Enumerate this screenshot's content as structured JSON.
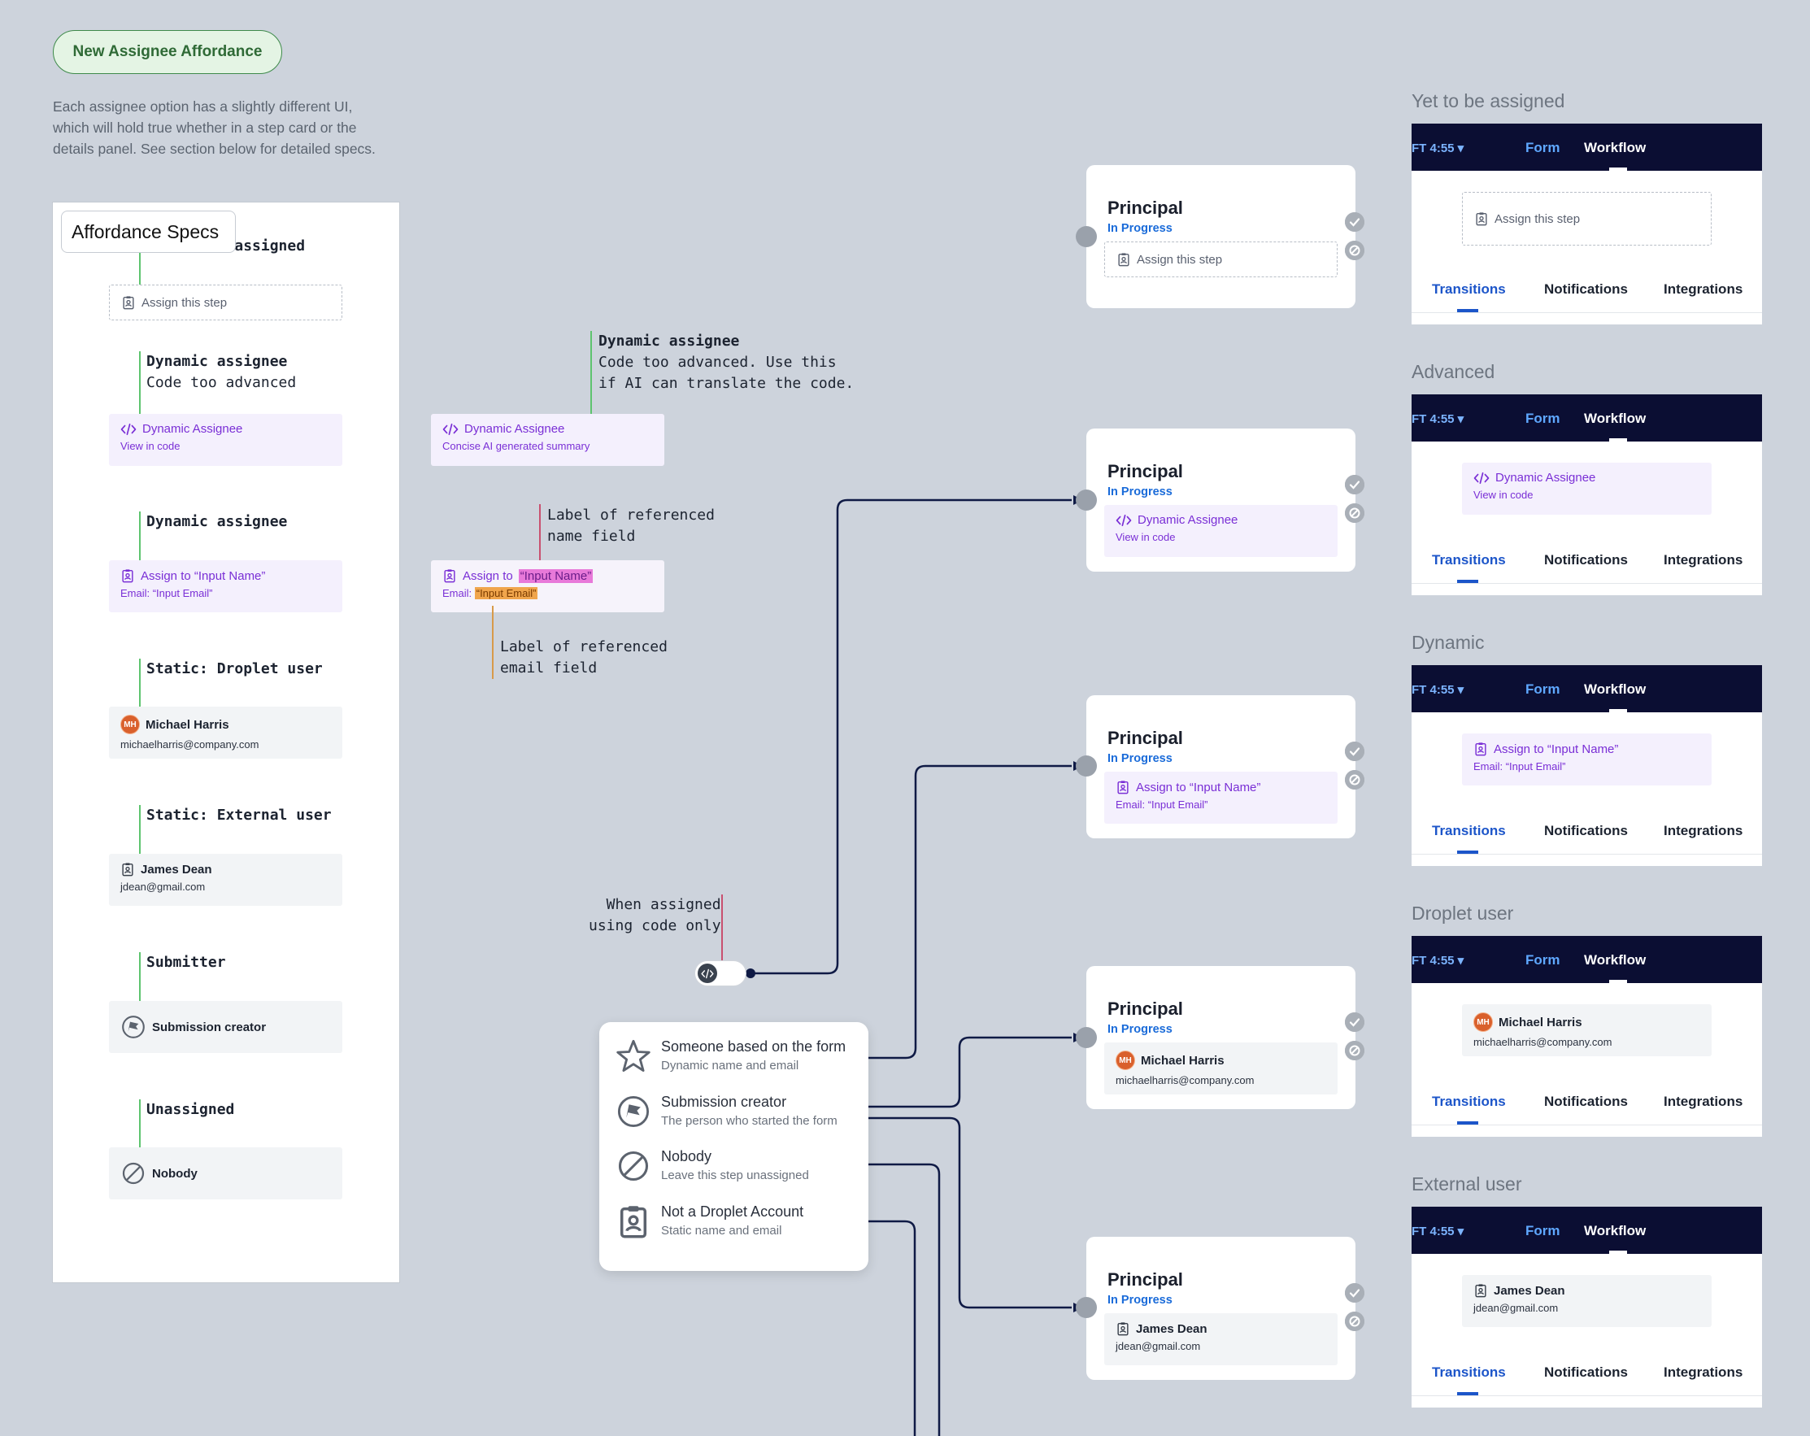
{
  "header": {
    "pill_label": "New Assignee Affordance",
    "intro_lines": [
      "Each assignee option has a slightly different UI,",
      "which will hold true whether in a step card or the",
      "details panel. See section below for detailed specs."
    ]
  },
  "specs": {
    "title": "Affordance Specs",
    "sections": [
      {
        "label": "Yet to be assigned",
        "sub": "",
        "card_title": "Assign this step",
        "card_sub": ""
      },
      {
        "label": "Dynamic assignee",
        "sub": "Code too advanced",
        "card_title": "Dynamic Assignee",
        "card_sub": "View in code"
      },
      {
        "label": "Dynamic assignee",
        "sub": "",
        "card_title": "Assign to “Input Name”",
        "card_sub": "Email: “Input Email”"
      },
      {
        "label": "Static: Droplet user",
        "sub": "",
        "card_title": "Michael Harris",
        "card_sub": "michaelharris@company.com",
        "avatar": "MH"
      },
      {
        "label": "Static: External user",
        "sub": "",
        "card_title": "James Dean",
        "card_sub": "jdean@gmail.com"
      },
      {
        "label": "Submitter",
        "sub": "",
        "card_title": "Submission creator",
        "card_sub": ""
      },
      {
        "label": "Unassigned",
        "sub": "",
        "card_title": "Nobody",
        "card_sub": ""
      }
    ]
  },
  "annotations": {
    "dynamic": {
      "title": "Dynamic assignee",
      "line1": "Code too advanced. Use this",
      "line2": "if AI can translate the code.",
      "card_title": "Dynamic Assignee",
      "card_sub": "Concise AI generated summary"
    },
    "name_label": [
      "Label of referenced",
      "name field"
    ],
    "email_label": [
      "Label of referenced",
      "email field"
    ],
    "assign_prefix": "Assign to ",
    "assign_hl": "“Input Name”",
    "email_prefix": "Email: ",
    "email_hl": "“Input Email”",
    "code_only": [
      "When assigned",
      "using code only"
    ]
  },
  "menu": {
    "items": [
      {
        "title": "Someone based on the form",
        "sub": "Dynamic name and email",
        "icon": "star-icon"
      },
      {
        "title": "Submission creator",
        "sub": "The person who started the form",
        "icon": "flag-icon"
      },
      {
        "title": "Nobody",
        "sub": "Leave this step unassigned",
        "icon": "block-icon"
      },
      {
        "title": "Not a Droplet Account",
        "sub": "Static name and email",
        "icon": "clipboard-user-icon"
      }
    ]
  },
  "principal_cards": [
    {
      "title": "Principal",
      "status": "In Progress",
      "card_title": "Assign this step",
      "card_sub": ""
    },
    {
      "title": "Principal",
      "status": "In Progress",
      "card_title": "Dynamic Assignee",
      "card_sub": "View in code"
    },
    {
      "title": "Principal",
      "status": "In Progress",
      "card_title": "Assign to “Input Name”",
      "card_sub": "Email: “Input Email”"
    },
    {
      "title": "Principal",
      "status": "In Progress",
      "card_title": "Michael Harris",
      "card_sub": "michaelharris@company.com",
      "avatar": "MH"
    },
    {
      "title": "Principal",
      "status": "In Progress",
      "card_title": "James Dean",
      "card_sub": "jdean@gmail.com"
    }
  ],
  "mini_panels": [
    {
      "heading": "Yet to be assigned",
      "card_title": "Assign this step",
      "card_sub": ""
    },
    {
      "heading": "Advanced",
      "card_title": "Dynamic Assignee",
      "card_sub": "View in code"
    },
    {
      "heading": "Dynamic",
      "card_title": "Assign to “Input Name”",
      "card_sub": "Email: “Input Email”"
    },
    {
      "heading": "Droplet user",
      "card_title": "Michael Harris",
      "card_sub": "michaelharris@company.com",
      "avatar": "MH"
    },
    {
      "heading": "External user",
      "card_title": "James Dean",
      "card_sub": "jdean@gmail.com"
    }
  ],
  "mini_common": {
    "ft": "FT 4:55 ▾",
    "form_tab": "Form",
    "workflow_tab": "Workflow",
    "tabs": [
      "Transitions",
      "Notifications",
      "Integrations"
    ]
  },
  "colors": {
    "background": "#cdd3dc",
    "purple": "#7a2fd6",
    "navy": "#0b0e33",
    "link_blue": "#1a6bd9",
    "connector": "#0f1a45",
    "green_line": "#5ec46f"
  }
}
